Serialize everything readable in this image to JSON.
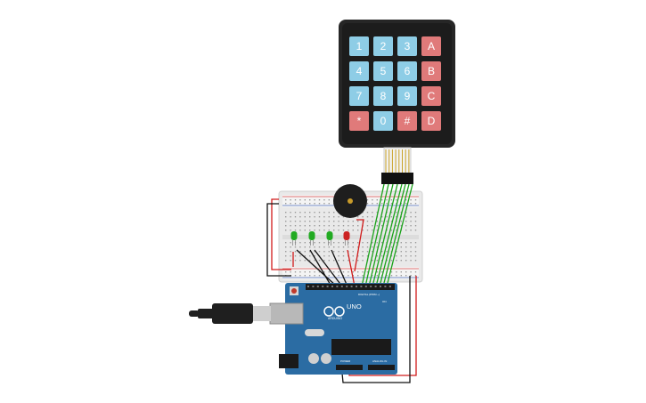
{
  "keypad": {
    "rows": [
      [
        {
          "label": "1",
          "kind": "num"
        },
        {
          "label": "2",
          "kind": "num"
        },
        {
          "label": "3",
          "kind": "num"
        },
        {
          "label": "A",
          "kind": "letter"
        }
      ],
      [
        {
          "label": "4",
          "kind": "num"
        },
        {
          "label": "5",
          "kind": "num"
        },
        {
          "label": "6",
          "kind": "num"
        },
        {
          "label": "B",
          "kind": "letter"
        }
      ],
      [
        {
          "label": "7",
          "kind": "num"
        },
        {
          "label": "8",
          "kind": "num"
        },
        {
          "label": "9",
          "kind": "num"
        },
        {
          "label": "C",
          "kind": "letter"
        }
      ],
      [
        {
          "label": "*",
          "kind": "letter"
        },
        {
          "label": "0",
          "kind": "num"
        },
        {
          "label": "#",
          "kind": "letter"
        },
        {
          "label": "D",
          "kind": "letter"
        }
      ]
    ]
  },
  "colors": {
    "key_num": "#8ecde6",
    "key_letter": "#e07a7a",
    "keypad_body": "#262626",
    "pcb": "#2b6ca3",
    "wire_green": "#1aa31a",
    "wire_red": "#d11a1a",
    "wire_black": "#111111",
    "led_green": "#22aa22",
    "led_red": "#cc2222"
  },
  "leds": [
    "green",
    "green",
    "green",
    "red"
  ],
  "arduino": {
    "brand": "ARDUINO",
    "model": "UNO",
    "digital_label": "DIGITAL (PWM ~)",
    "power_label": "POWER",
    "analog_label": "ANALOG IN",
    "on_label": "ON"
  }
}
